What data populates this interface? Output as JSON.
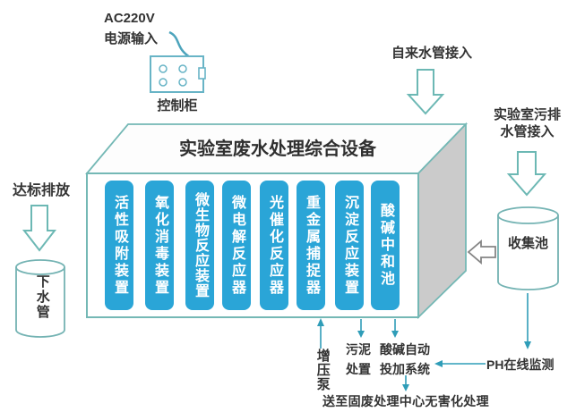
{
  "colors": {
    "module_blue": "#2aa5d7",
    "outline_teal": "#74b8b5",
    "thin_arrow_teal": "#2f9db8",
    "side_panel_gray": "#cbcbcb",
    "gray_arrow_outline": "#858585",
    "text": "#333333"
  },
  "power": {
    "voltage": "AC220V",
    "label": "电源输入",
    "cabinet": "控制柜"
  },
  "top": {
    "tap_water": "自来水管接入",
    "lab_drain_line1": "实验室污排",
    "lab_drain_line2": "水管接入"
  },
  "device": {
    "title": "实验室废水处理综合设备",
    "modules": [
      "活性吸附装置",
      "氧化消毒装置",
      "微生物反应装置",
      "微电解反应器",
      "光催化反应器",
      "重金属捕捉器",
      "沉淀反应装置",
      "酸碱中和池"
    ]
  },
  "left": {
    "discharge": "达标排放",
    "sewer_pipe": "下水管"
  },
  "right": {
    "collection_pool": "收集池",
    "ph_monitor": "PH在线监测"
  },
  "bottom": {
    "booster_pump": "增压泵",
    "sludge_line1": "污泥",
    "sludge_line2": "处置",
    "dosing_line1": "酸碱自动",
    "dosing_line2": "投加系统",
    "solid_waste": "送至固废处理中心无害化处理"
  }
}
